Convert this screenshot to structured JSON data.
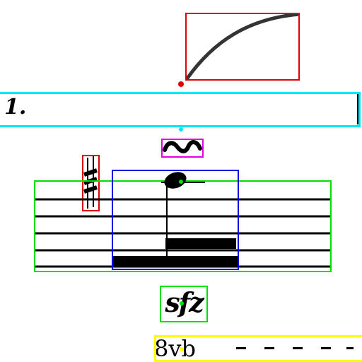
{
  "ending": {
    "number": "1."
  },
  "dynamic": {
    "text": "sfz"
  },
  "octave": {
    "text": "8vb"
  },
  "annotation_colors": {
    "slur": "#e00000",
    "volta_bracket": "#00e5ff",
    "turn": "#e000e0",
    "key_signature": "#e00000",
    "staff": "#00e000",
    "note_group": "#0000e0",
    "dynamic": "#00e000",
    "octave_line": "#ffff00"
  },
  "icons": {
    "slur": "slur-arc-icon",
    "turn": "turn-ornament-icon",
    "key_signature": "double-sharp-icon",
    "notehead": "notehead-icon"
  }
}
